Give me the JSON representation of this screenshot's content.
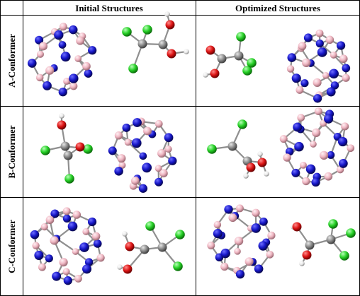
{
  "table": {
    "headers": {
      "initial": "Initial Structures",
      "optimized": "Optimized Structures"
    },
    "rows": [
      {
        "label": "A-Conformer"
      },
      {
        "label": "B-Conformer"
      },
      {
        "label": "C-Conformer"
      }
    ]
  },
  "atom_colors": {
    "nitrogen": "#1414c8",
    "boron": "#f0b4c0",
    "carbon": "#8c8c8c",
    "oxygen": "#dc1414",
    "chlorine": "#28d228",
    "hydrogen": "#f0f0f0"
  }
}
